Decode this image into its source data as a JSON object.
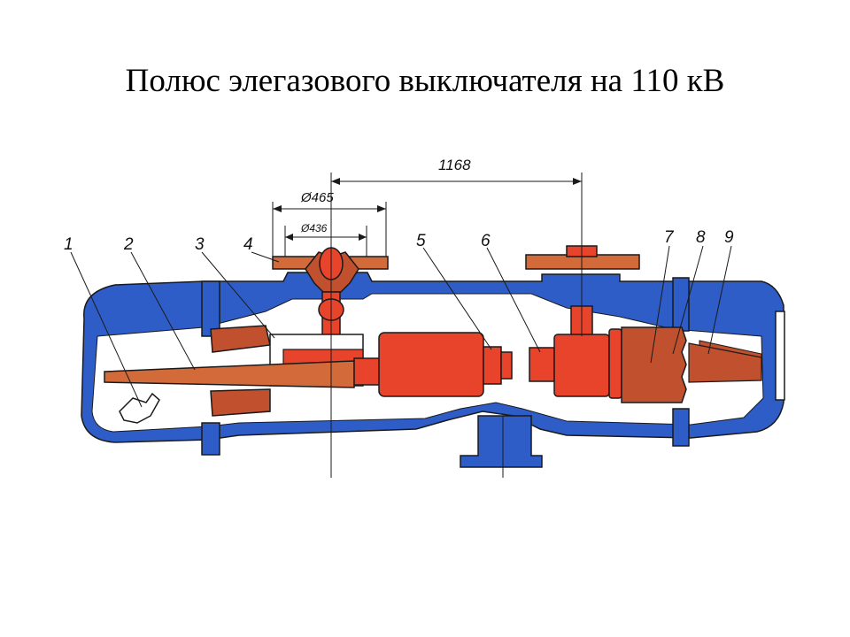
{
  "title": "Полюс элегазового выключателя на 110 кВ",
  "diagram": {
    "dimensions": {
      "span": "1168",
      "outer_diameter": "Ø465",
      "inner_diameter": "Ø436"
    },
    "part_numbers": [
      "1",
      "2",
      "3",
      "4",
      "5",
      "6",
      "7",
      "8",
      "9"
    ],
    "colors": {
      "housing": "#2f5dc7",
      "conductor": "#e8442c",
      "conductor_dark": "#b5331f",
      "shield": "#c0502e",
      "flange": "#d26a3a",
      "line": "#1a1a1a"
    }
  }
}
